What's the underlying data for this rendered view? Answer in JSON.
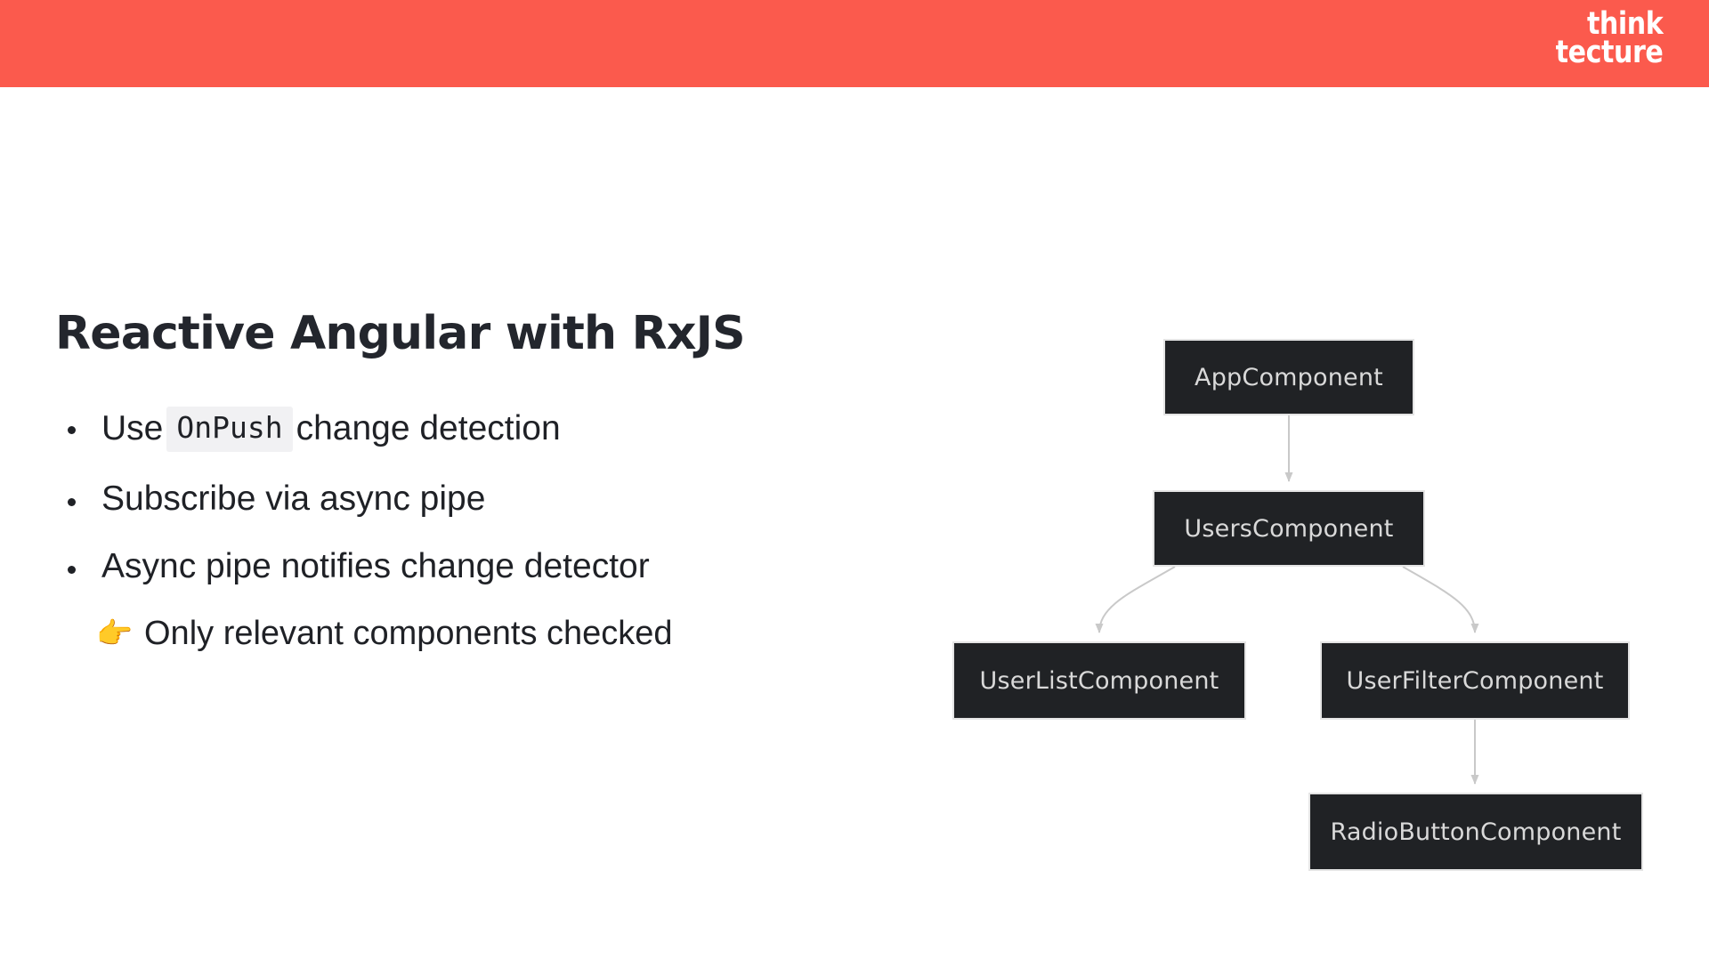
{
  "banner": {
    "color": "#fb5a4d",
    "logo": {
      "line1": "think",
      "line2": "tecture"
    }
  },
  "slide": {
    "title": "Reactive Angular with RxJS",
    "bullets": [
      {
        "before": "Use",
        "code": "OnPush",
        "after": "change detection"
      },
      {
        "text": "Subscribe via async pipe"
      },
      {
        "text": "Async pipe notifies change detector"
      }
    ],
    "sub_bullet": {
      "emoji": "👉",
      "text": "Only relevant components checked"
    }
  },
  "diagram": {
    "type": "component-tree",
    "node_fill": "#202225",
    "node_text_color": "#d9d9d9",
    "connector_color": "#c9c9c9",
    "nodes": [
      {
        "id": "app",
        "label": "AppComponent"
      },
      {
        "id": "users",
        "label": "UsersComponent"
      },
      {
        "id": "userlist",
        "label": "UserListComponent"
      },
      {
        "id": "userfilter",
        "label": "UserFilterComponent"
      },
      {
        "id": "radio",
        "label": "RadioButtonComponent"
      }
    ],
    "edges": [
      {
        "from": "app",
        "to": "users"
      },
      {
        "from": "users",
        "to": "userlist"
      },
      {
        "from": "users",
        "to": "userfilter"
      },
      {
        "from": "userfilter",
        "to": "radio"
      }
    ]
  }
}
